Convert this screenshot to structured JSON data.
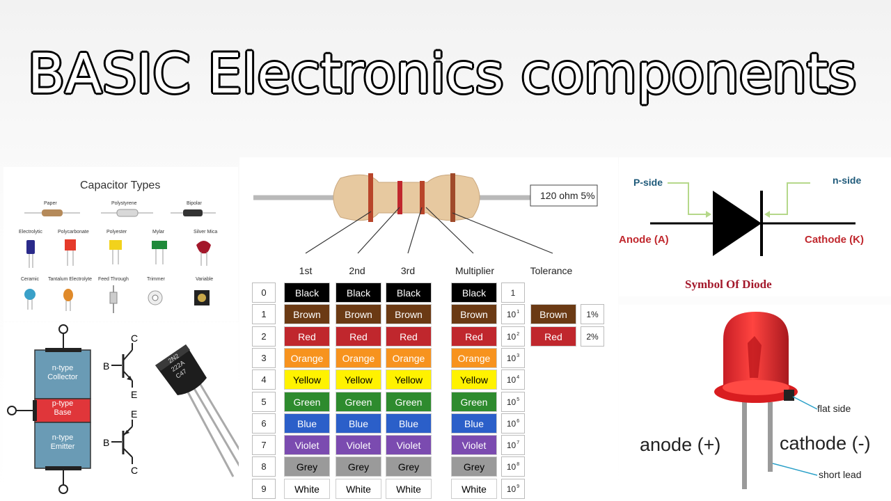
{
  "title": "BASIC Electronics components",
  "capacitor_panel": {
    "heading": "Capacitor Types",
    "types": [
      "Paper",
      "Polystyrene",
      "Bipolar",
      "Electrolytic",
      "Polycarbonate",
      "Polyester",
      "Mylar",
      "Silver Mica",
      "Ceramic",
      "Tantalum Electrolyte",
      "Feed Through",
      "Trimmer",
      "Variable"
    ]
  },
  "transistor_panel": {
    "layers": [
      "n-type Collector",
      "p-type Base",
      "n-type Emitter"
    ],
    "terminals": [
      "C",
      "B",
      "E",
      "E",
      "B",
      "C"
    ],
    "package_text": [
      "2N2",
      "222A",
      "C47"
    ]
  },
  "resistor_panel": {
    "value_label": "120 ohm 5%",
    "column_headers": [
      "1st",
      "2nd",
      "3rd",
      "Multiplier",
      "Tolerance"
    ],
    "indices": [
      "0",
      "1",
      "2",
      "3",
      "4",
      "5",
      "6",
      "7",
      "8",
      "9"
    ],
    "colors": [
      {
        "name": "Black",
        "bg": "#000000",
        "fg": "#ffffff"
      },
      {
        "name": "Brown",
        "bg": "#6b3a14",
        "fg": "#ffffff"
      },
      {
        "name": "Red",
        "bg": "#c0272d",
        "fg": "#ffffff"
      },
      {
        "name": "Orange",
        "bg": "#f7931e",
        "fg": "#ffffff"
      },
      {
        "name": "Yellow",
        "bg": "#fff200",
        "fg": "#000000"
      },
      {
        "name": "Green",
        "bg": "#2e8b2e",
        "fg": "#ffffff"
      },
      {
        "name": "Blue",
        "bg": "#2b5fc9",
        "fg": "#ffffff"
      },
      {
        "name": "Violet",
        "bg": "#7b4bb0",
        "fg": "#ffffff"
      },
      {
        "name": "Grey",
        "bg": "#9a9a9a",
        "fg": "#000000"
      },
      {
        "name": "White",
        "bg": "#ffffff",
        "fg": "#000000"
      }
    ],
    "multipliers": [
      "1",
      "10",
      "10",
      "10",
      "10",
      "10",
      "10",
      "10",
      "10",
      "10"
    ],
    "multiplier_exponents": [
      "",
      "1",
      "2",
      "3",
      "4",
      "5",
      "6",
      "7",
      "8",
      "9"
    ],
    "tolerances": [
      {
        "color": "Brown",
        "value": "1%",
        "bg": "#6b3a14"
      },
      {
        "color": "Red",
        "value": "2%",
        "bg": "#c0272d"
      }
    ]
  },
  "diode_panel": {
    "p_side": "P-side",
    "n_side": "n-side",
    "anode": "Anode (A)",
    "cathode": "Cathode (K)",
    "caption": "Symbol Of Diode"
  },
  "led_panel": {
    "flat_side": "flat side",
    "anode": "anode (+)",
    "cathode": "cathode (-)",
    "short_lead": "short lead"
  }
}
